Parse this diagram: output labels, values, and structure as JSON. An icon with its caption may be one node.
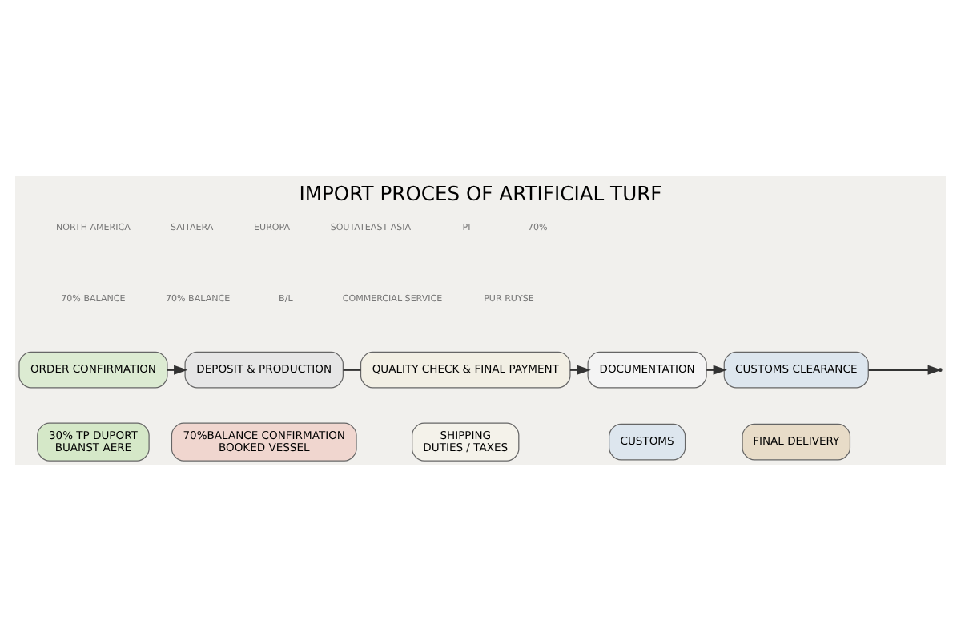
{
  "diagram": {
    "title": "IMPORT PROCES OF ARTIFICIAL TURF",
    "nodes": [
      {
        "text": [
          "ORDER CONFIRMATION"
        ]
      },
      {
        "text": [
          "DEPOSIT & PRODUCTION"
        ]
      },
      {
        "text": [
          "QUALITY CHECK & FINAL PAYMENT"
        ]
      },
      {
        "text": [
          "DOCUMENTATION"
        ]
      },
      {
        "text": [
          "CUSTOMS CLEARANCE"
        ]
      },
      {
        "text": [
          "30% TP DUPORT",
          "BUANST AERE"
        ]
      },
      {
        "text": [
          "70%BALANCE CONFIRMATION",
          "BOOKED VESSEL"
        ]
      },
      {
        "text": [
          "SHIPPING",
          "DUTIES / TAXES"
        ]
      },
      {
        "text": [
          "CUSTOMS"
        ]
      },
      {
        "text": [
          "FINAL DELIVERY"
        ]
      }
    ],
    "edges": [
      {
        "from": 0,
        "to": 1,
        "arrow": "to"
      },
      {
        "from": 1,
        "to": 2,
        "arrow": "none"
      },
      {
        "from": 2,
        "to": 3,
        "arrow": "to"
      },
      {
        "from": 3,
        "to": 4,
        "arrow": "to"
      },
      {
        "from": 4,
        "to": null,
        "arrow": "to"
      }
    ],
    "labels": [
      "NORTH AMERICA",
      "SAITAERA",
      "EUROPA",
      "SOUTATEAST ASIA",
      "PI",
      "70%",
      "70% BALANCE",
      "70% BALANCE",
      "B/L",
      "COMMERCIAL SERVICE",
      "PUR RUYSE"
    ]
  }
}
